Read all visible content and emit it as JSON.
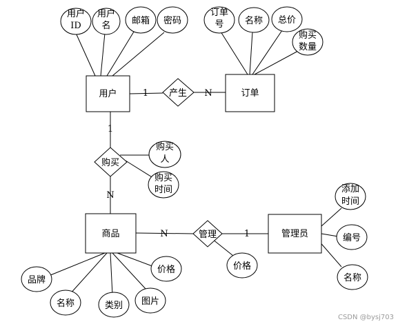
{
  "entities": {
    "user": "用户",
    "order": "订单",
    "product": "商品",
    "admin": "管理员"
  },
  "relationships": {
    "generate": "产生",
    "buy": "购买",
    "manage": "管理"
  },
  "attributes": {
    "user_id": [
      "用户",
      "ID"
    ],
    "user_name": [
      "用户",
      "名"
    ],
    "user_email": [
      "邮箱"
    ],
    "user_password": [
      "密码"
    ],
    "order_no": [
      "订单",
      "号"
    ],
    "order_name": [
      "名称"
    ],
    "order_total": [
      "总价"
    ],
    "order_qty": [
      "购买",
      "数量"
    ],
    "buyer": [
      "购买",
      "人"
    ],
    "buy_time": [
      "购买",
      "时间"
    ],
    "brand": [
      "品牌"
    ],
    "product_name": [
      "名称"
    ],
    "category": [
      "类别"
    ],
    "picture": [
      "图片"
    ],
    "product_price": [
      "价格"
    ],
    "manage_price": [
      "价格"
    ],
    "add_time": [
      "添加",
      "时间"
    ],
    "admin_no": [
      "编号"
    ],
    "admin_name": [
      "名称"
    ]
  },
  "cardinality": {
    "user_generate": "1",
    "generate_order": "N",
    "user_buy": "1",
    "buy_product": "N",
    "product_manage": "N",
    "manage_admin": "1"
  },
  "watermark": "CSDN @bysj703"
}
